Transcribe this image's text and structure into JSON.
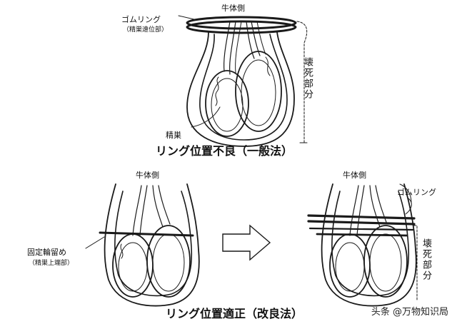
{
  "top": {
    "body_side": "牛体側",
    "rubber_ring": "ゴムリング",
    "rubber_ring_sub": "（精巣遠位部）",
    "necrosis": "壊死部分",
    "testis": "精巣",
    "caption": "リング位置不良（一般法）"
  },
  "bottom_left": {
    "body_side": "牛体側",
    "fixed_ring": "固定輪留め",
    "fixed_ring_sub": "（精巣上端部）"
  },
  "bottom_right": {
    "body_side": "牛体側",
    "rubber_ring": "ゴムリング",
    "necrosis": "壊死部分"
  },
  "caption_bottom": "リング位置適正（改良法）",
  "watermark": "头条 @万物知识局",
  "colors": {
    "line": "#1a1a1a",
    "background": "#ffffff"
  }
}
